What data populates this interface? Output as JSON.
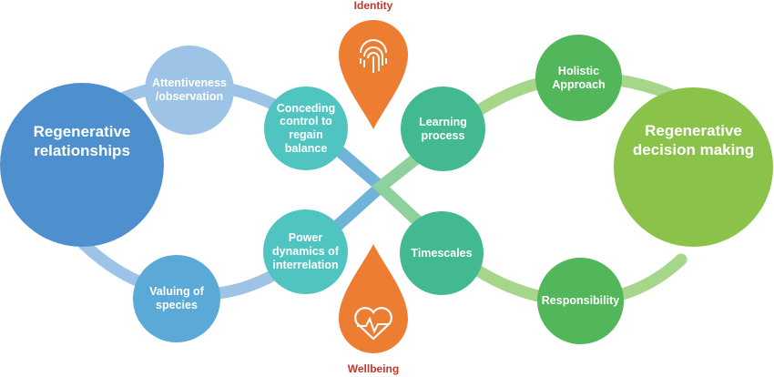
{
  "diagram": {
    "colors": {
      "blue_dark": "#5b9bd5",
      "blue_light": "#9dc3e6",
      "teal": "#4fc4c1",
      "green_teal": "#43b98f",
      "green": "#66bb6a",
      "green_light": "#8bc34a",
      "orange": "#ed7d31",
      "label_red": "#c0392b"
    },
    "left_hub": {
      "label": "Regenerative\nrelationships",
      "icon": "network-people-icon"
    },
    "right_hub": {
      "label": "Regenerative\ndecision making",
      "icon": "head-gears-icon"
    },
    "nodes": {
      "attentiveness": "Attentiveness\n/observation",
      "conceding": "Conceding\ncontrol to\nregain\nbalance",
      "power": "Power\ndynamics of\ninterrelation",
      "valuing": "Valuing of\nspecies",
      "learning": "Learning\nprocess",
      "timescales": "Timescales",
      "holistic": "Holistic\nApproach",
      "responsibility": "Responsibility"
    },
    "drops": {
      "identity": {
        "label": "Identity",
        "icon": "fingerprint-icon"
      },
      "wellbeing": {
        "label": "Wellbeing",
        "icon": "heart-pulse-icon"
      }
    }
  }
}
